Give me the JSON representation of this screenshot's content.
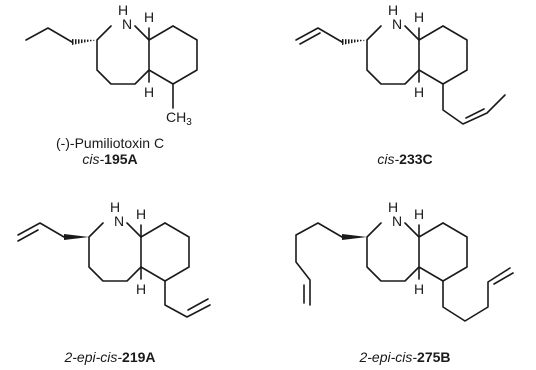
{
  "molecules": [
    {
      "name_line1": "(-)-Pumiliotoxin C",
      "name_prefix": "cis-",
      "name_id": "195A",
      "atoms": {
        "n": "N",
        "h_top": "H",
        "h_n": "H",
        "h_bottom": "H",
        "methyl": "CH",
        "methyl_sub": "3"
      }
    },
    {
      "name_prefix": "cis-",
      "name_id": "233C",
      "atoms": {
        "n": "N",
        "h_top": "H",
        "h_n": "H",
        "h_bottom": "H"
      }
    },
    {
      "name_prefix": "2-epi-cis-",
      "name_id": "219A",
      "atoms": {
        "n": "N",
        "h_top": "H",
        "h_n": "H",
        "h_bottom": "H"
      }
    },
    {
      "name_prefix": "2-epi-cis-",
      "name_id": "275B",
      "atoms": {
        "n": "N",
        "h_top": "H",
        "h_n": "H",
        "h_bottom": "H"
      }
    }
  ]
}
